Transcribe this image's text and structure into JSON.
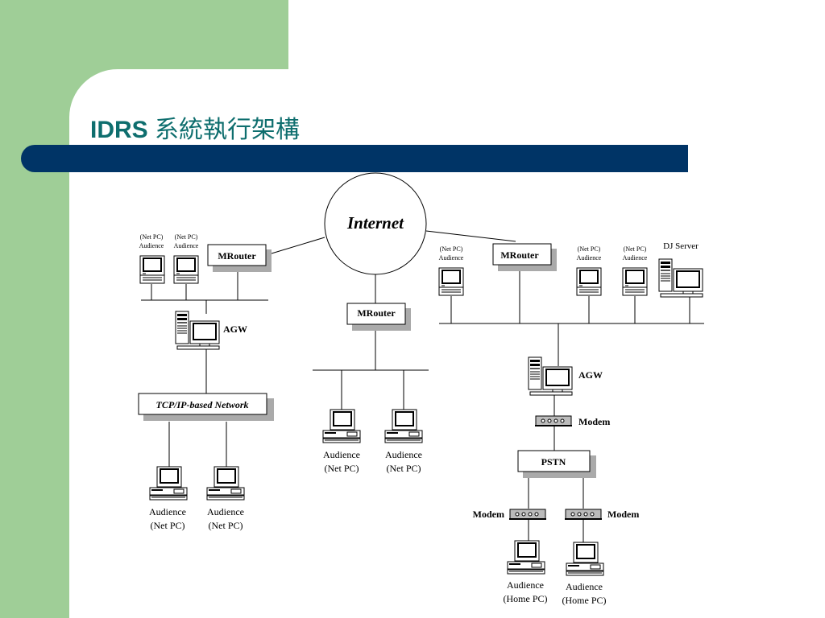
{
  "slide": {
    "title_prefix": "IDRS",
    "title_cjk": "系統執行架構"
  },
  "diagram": {
    "internet": "Internet",
    "mrouter": "MRouter",
    "agw": "AGW",
    "tcpip_network": "TCP/IP-based Network",
    "modem": "Modem",
    "pstn": "PSTN",
    "dj_server": "DJ Server",
    "net_pc_small": "(Net PC)",
    "audience": "Audience",
    "net_pc_paren": "(Net PC)",
    "home_pc_paren": "(Home PC)"
  },
  "colors": {
    "green_background": "#9fce97",
    "title_text": "#0e6e6e",
    "title_bar": "#003466"
  }
}
